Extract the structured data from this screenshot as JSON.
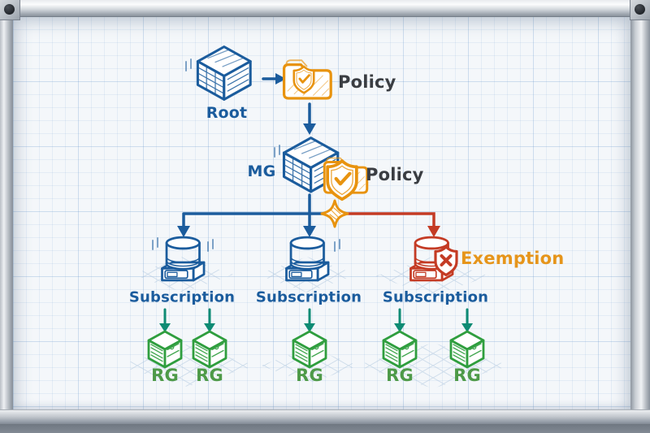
{
  "diagram": {
    "root": {
      "label": "Root",
      "icon": "management-group-cube-icon"
    },
    "policy_root": {
      "label": "Policy",
      "icon": "policy-folder-shield-icon"
    },
    "mg": {
      "label": "MG",
      "icon": "management-group-cube-icon"
    },
    "policy_mg": {
      "label": "Policy",
      "icon": "policy-folder-shield-icon"
    },
    "exemption": {
      "label": "Exemption",
      "icon": "exemption-shield-x-icon"
    },
    "deny_marker": {
      "icon": "four-point-star-icon"
    },
    "subscriptions": [
      {
        "label": "Subscription",
        "icon": "subscription-stack-icon",
        "exempt": false
      },
      {
        "label": "Subscription",
        "icon": "subscription-stack-icon",
        "exempt": false
      },
      {
        "label": "Subscription",
        "icon": "subscription-stack-icon",
        "exempt": true
      }
    ],
    "resource_groups": [
      {
        "label": "RG",
        "parent": 0
      },
      {
        "label": "RG",
        "parent": 0
      },
      {
        "label": "RG",
        "parent": 1
      },
      {
        "label": "RG",
        "parent": 2
      },
      {
        "label": "RG",
        "parent": 2
      }
    ],
    "colors": {
      "blue": "#1b5c9d",
      "orange": "#e8930f",
      "red": "#c43b24",
      "green": "#2f9e3e",
      "teal": "#0e8b74",
      "text_dark": "#3a3d42",
      "grid_blue": "#aac3dc"
    }
  }
}
